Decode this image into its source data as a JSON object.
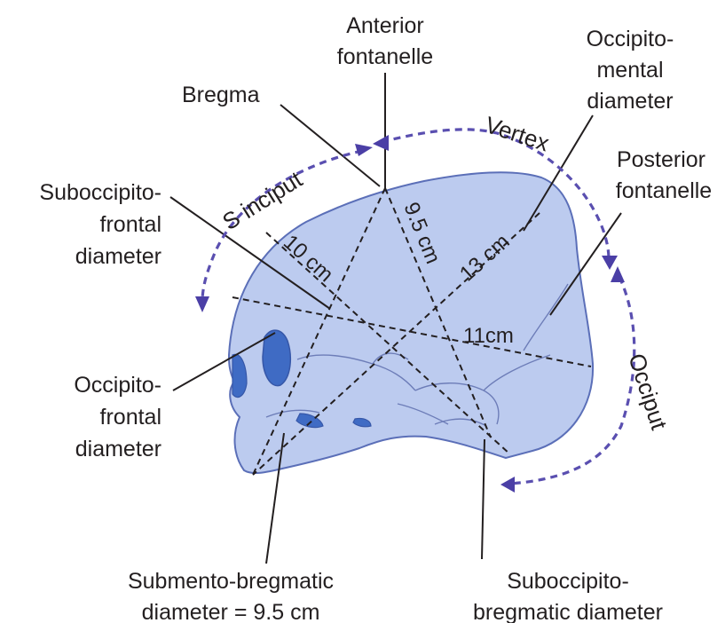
{
  "labels": {
    "anterior_fontanelle": [
      "Anterior",
      "fontanelle"
    ],
    "occipitomental": [
      "Occipito-",
      "mental",
      "diameter"
    ],
    "bregma": [
      "Bregma"
    ],
    "posterior_fontanelle": [
      "Posterior",
      "fontanelle"
    ],
    "suboccipitofrontal": [
      "Suboccipito-",
      "frontal",
      "diameter"
    ],
    "occipitofrontal": [
      "Occipito-",
      "frontal",
      "diameter"
    ],
    "submentobregmatic": [
      "Submento-bregmatic",
      "diameter = 9.5 cm"
    ],
    "suboccipitobregmatic": [
      "Suboccipito-",
      "bregmatic diameter"
    ]
  },
  "regions": {
    "sinciput": "S inciput",
    "vertex": "Vertex",
    "occiput": "Occiput"
  },
  "measurements": {
    "m10": "10 cm",
    "m95": "9.5 cm",
    "m13": "13 cm",
    "m11": "11cm"
  },
  "colors": {
    "skull_fill": "#bccbef",
    "skull_outline": "#5b6fb8",
    "orbit_fill": "#3f6bc4",
    "arrow": "#4b3fa6"
  }
}
